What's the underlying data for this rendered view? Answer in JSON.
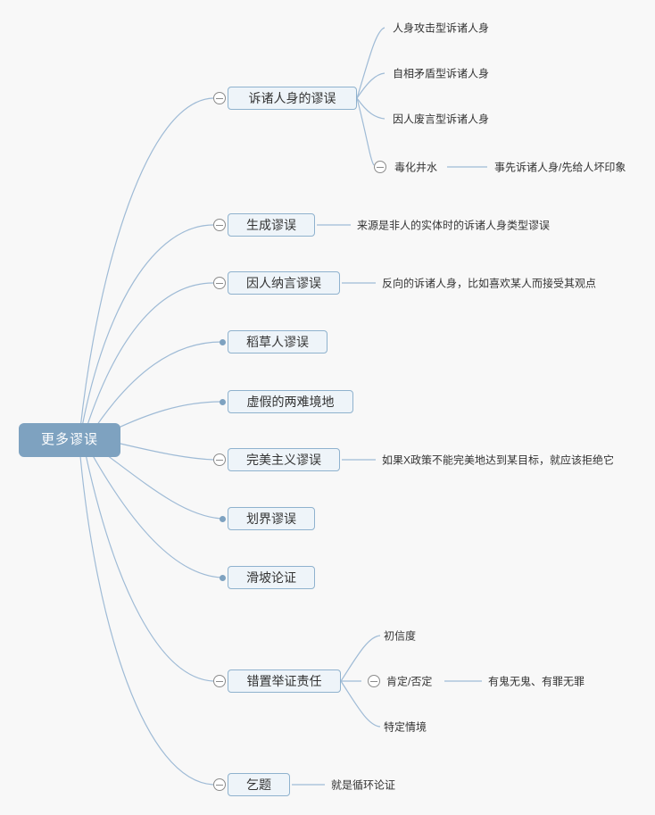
{
  "colors": {
    "background": "#f8f8f8",
    "line": "#9fbbd6",
    "node_fill": "#eef4f9",
    "node_border": "#8fb2ce",
    "root_fill": "#7ea2c0",
    "root_text": "#ffffff",
    "text": "#333333",
    "icon_stroke": "#8b8b8b"
  },
  "root": {
    "label": "更多谬误"
  },
  "branches": [
    {
      "label": "诉诸人身的谬误",
      "children": [
        {
          "label": "人身攻击型诉诸人身"
        },
        {
          "label": "自相矛盾型诉诸人身"
        },
        {
          "label": "因人废言型诉诸人身"
        },
        {
          "label": "毒化井水",
          "children": [
            {
              "label": "事先诉诸人身/先给人坏印象"
            }
          ]
        }
      ]
    },
    {
      "label": "生成谬误",
      "children": [
        {
          "label": "来源是非人的实体时的诉诸人身类型谬误"
        }
      ]
    },
    {
      "label": "因人纳言谬误",
      "children": [
        {
          "label": "反向的诉诸人身，比如喜欢某人而接受其观点"
        }
      ]
    },
    {
      "label": "稻草人谬误"
    },
    {
      "label": "虚假的两难境地"
    },
    {
      "label": "完美主义谬误",
      "children": [
        {
          "label": "如果X政策不能完美地达到某目标，就应该拒绝它"
        }
      ]
    },
    {
      "label": "划界谬误"
    },
    {
      "label": "滑坡论证"
    },
    {
      "label": "错置举证责任",
      "children": [
        {
          "label": "初信度"
        },
        {
          "label": "肯定/否定",
          "children": [
            {
              "label": "有鬼无鬼、有罪无罪"
            }
          ]
        },
        {
          "label": "特定情境"
        }
      ]
    },
    {
      "label": "乞题",
      "children": [
        {
          "label": "就是循环论证"
        }
      ]
    }
  ]
}
